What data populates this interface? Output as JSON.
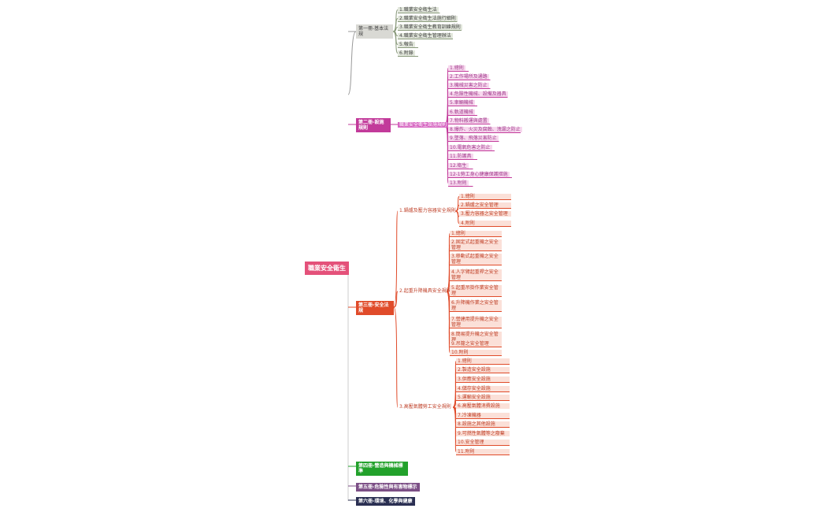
{
  "root": "職業安全衛生",
  "colors": {
    "root": "#e4517a",
    "branch1": "#d6d6d2",
    "branch2": "#c23a9a",
    "branch3": "#e04b2a",
    "branch4": "#22a12b",
    "branch5": "#7c4f86",
    "branch6": "#2a2f52"
  },
  "branch1": {
    "label": "第一冊-基本法規",
    "items": [
      "1.職業安全衛生法",
      "2.職業安全衛生法施行細則",
      "3.職業安全衛生教育訓練規則",
      "4.職業安全衛生管理辦法",
      "5.報告",
      "6.附錄"
    ]
  },
  "branch2": {
    "label": "第二冊-設施規則",
    "sub": "職業安全衛生設施規則",
    "items": [
      "1.總則",
      "2.工作場所及通路",
      "3.機械災害之防止",
      "4.危險性機械、設備及器具",
      "5.車輛機械",
      "6.軌道機械",
      "7.物料搬運與處置",
      "8.爆炸、火災及腐蝕、洩漏之防止",
      "9.墜落、飛落災害防止",
      "10.電氣危害之防止",
      "11.防護具",
      "12.衛生",
      "12-1勞工身心健康保護措施",
      "13.附則"
    ]
  },
  "branch3": {
    "label": "第三冊-安全法規",
    "subs": [
      {
        "label": "1.鍋爐及壓力容器安全規則",
        "items": [
          "1.總則",
          "2.鍋爐之安全管理",
          "3.壓力容器之安全管理",
          "4.附則"
        ]
      },
      {
        "label": "2.起重升降機具安全規則",
        "items": [
          "1.總則",
          "2.固定式起重機之安全管理",
          "3.移動式起重機之安全管理",
          "4.人字臂起重桿之安全管理",
          "5.起重吊掛作業安全管理",
          "6.升降機作業之安全管理",
          "7.營建用提升機之安全管理",
          "8.簡易提升機之安全管理",
          "9.吊籠之安全管理",
          "10.附則"
        ]
      },
      {
        "label": "3.高壓氣體勞工安全規則",
        "items": [
          "1.總則",
          "2.製造安全設施",
          "3.供應安全設施",
          "4.儲存安全設施",
          "5.運輸安全設施",
          "6.高壓氣體消費設施",
          "7.冷凍機器",
          "8.設施之其他設施",
          "9.可燃性氣體等之廢棄",
          "10.安全管理",
          "11.附則"
        ]
      }
    ]
  },
  "branch4": {
    "label": "第四冊-營造與機械標準"
  },
  "branch5": {
    "label": "第五冊-危險性與有害物標示"
  },
  "branch6": {
    "label": "第六冊-環境、化學與健康"
  }
}
